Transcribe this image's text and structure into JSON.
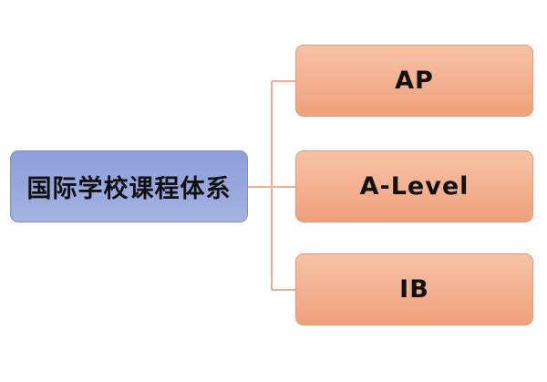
{
  "diagram": {
    "root": {
      "label": "国际学校课程体系"
    },
    "children": [
      {
        "label": "AP"
      },
      {
        "label": "A-Level"
      },
      {
        "label": "IB"
      }
    ],
    "colors": {
      "root_fill": "#98a8de",
      "root_border": "#7f8fc6",
      "child_fill": "#f3b08f",
      "child_border": "#e39a76",
      "connector": "#e9a882"
    }
  }
}
